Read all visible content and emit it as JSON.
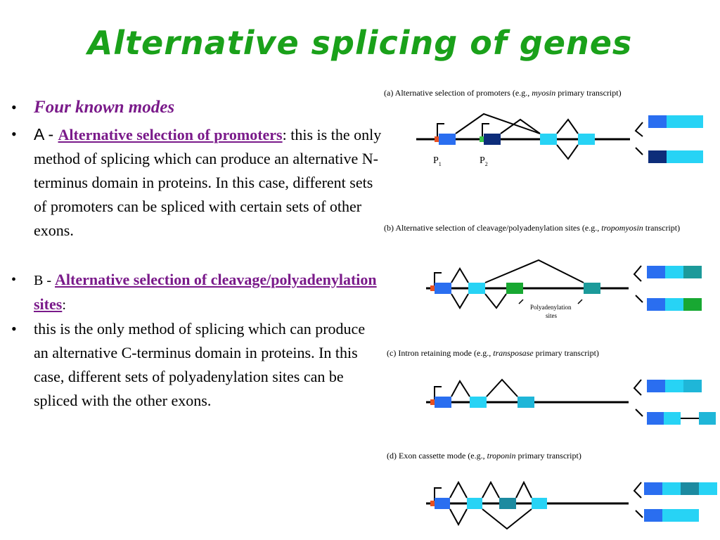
{
  "title": "Alternative splicing of genes",
  "bullets": {
    "modes": "Four known modes",
    "a_prefix": "A - ",
    "a_link": "Alternative selection of promoters",
    "a_colon": ":",
    "a_text": "this is the only method of splicing which can produce an alternative N-terminus domain in proteins. In this case, different sets of promoters can be spliced with certain sets of other exons.",
    "b_prefix": "B - ",
    "b_link": "Alternative selection of cleavage/polyadenylation sites",
    "b_colon": ":",
    "c_text": " this is the only method of splicing which can produce an alternative C-terminus domain in proteins. In this case, different sets of polyadenylation sites can be spliced with the other exons."
  },
  "panels": {
    "a_caption_1": "(a) Alternative selection of promoters (e.g., ",
    "a_caption_italic": "myosin",
    "a_caption_2": " primary transcript)",
    "a_p1": "P",
    "a_p1_sub": "1",
    "a_p2": "P",
    "a_p2_sub": "2",
    "b_caption_1": "(b) Alternative selection of cleavage/polyadenylation sites (e.g., ",
    "b_caption_italic": "tropomyosin",
    "b_caption_2": " transcript)",
    "b_polya_1": "Polyadenylation",
    "b_polya_2": "sites",
    "c_caption_1": "(c) Intron retaining mode (e.g., ",
    "c_caption_italic": "transposase",
    "c_caption_2": " primary transcript)",
    "d_caption_1": "(d) Exon cassette mode (e.g., ",
    "d_caption_italic": "troponin",
    "d_caption_2": " primary transcript)"
  },
  "colors": {
    "title": "#1aa11a",
    "link": "#7a1a8a",
    "blue": "#2a6ef0",
    "cyan": "#27d3f5",
    "navy": "#0d2d7a",
    "green": "#18a832",
    "teal": "#1c9a9a",
    "promoter": "#e85020"
  }
}
